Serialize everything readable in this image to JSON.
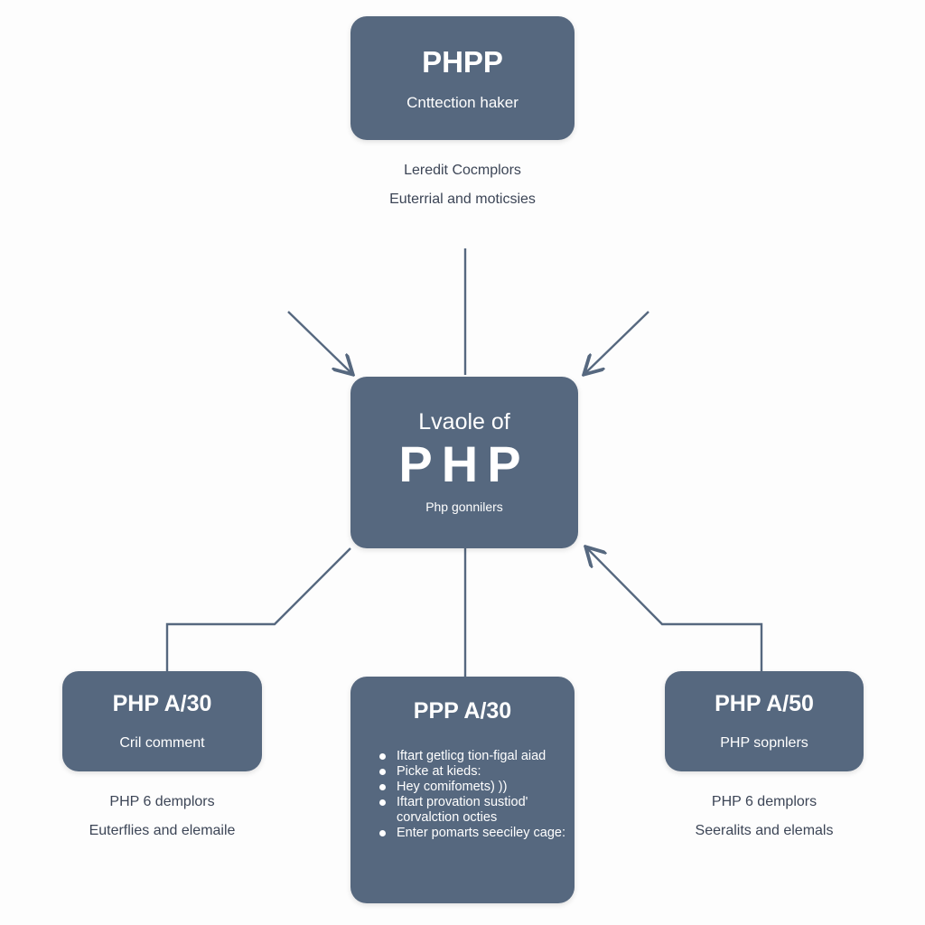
{
  "top": {
    "title": "PHPP",
    "subtitle": "Cnttection haker",
    "caption1": "Leredit Cocmplors",
    "caption2": "Euterrial and moticsies"
  },
  "center": {
    "pre": "Lvaole of",
    "title": "PHP",
    "subtitle": "Php gonnilers"
  },
  "left": {
    "title": "PHP A/30",
    "subtitle": "Cril comment",
    "caption1": "PHP 6 demplors",
    "caption2": "Euterflies and elemaile"
  },
  "middle": {
    "title": "PPP A/30",
    "bullets": [
      "Iftart getlicg tion-figal aiad",
      "Picke at kieds:",
      "Hey comifomets) ))",
      "Iftart provation sustiod' corvalction octies",
      "Enter pomarts seeciley cage:"
    ]
  },
  "right": {
    "title": "PHP A/50",
    "subtitle": "PHP sopnlers",
    "caption1": "PHP 6 demplors",
    "caption2": "Seeralits and elemals"
  },
  "colors": {
    "box": "#56687f",
    "line": "#56687f"
  }
}
